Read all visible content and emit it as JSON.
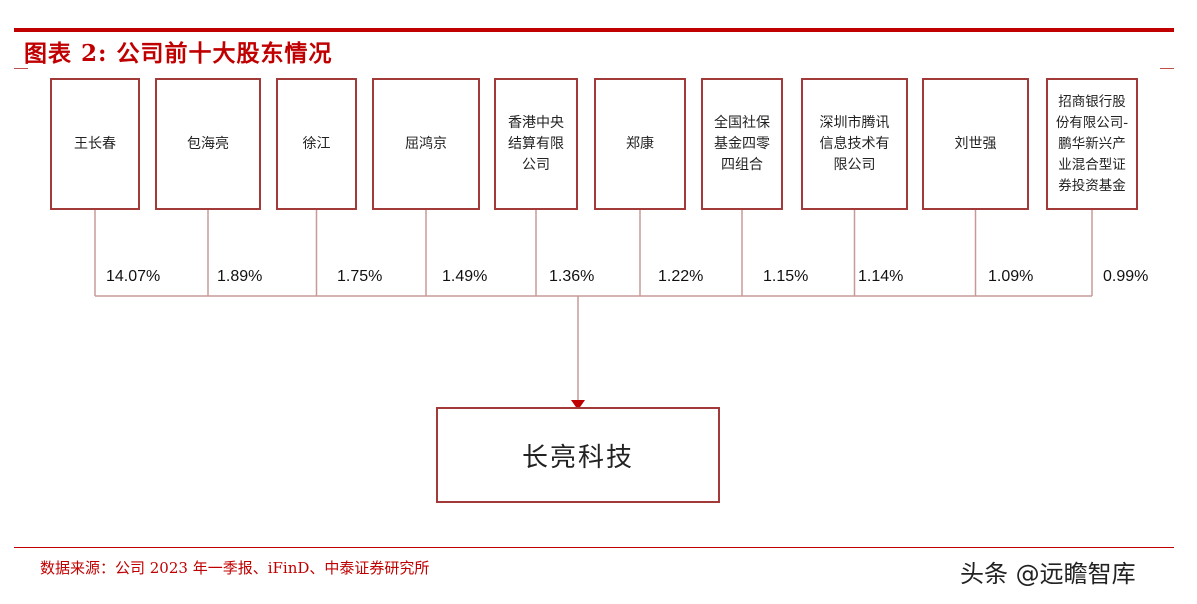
{
  "figure": {
    "title": "图表 2:  公司前十大股东情况",
    "accent_color": "#c00000",
    "box_border_color": "#a33a3a",
    "line_color": "#c79a99"
  },
  "shareholders": [
    {
      "name": "王长春",
      "pct": "14.07%"
    },
    {
      "name": "包海亮",
      "pct": "1.89%"
    },
    {
      "name": "徐江",
      "pct": "1.75%"
    },
    {
      "name": "屈鸿京",
      "pct": "1.49%"
    },
    {
      "name": "香港中央结算有限公司",
      "pct": "1.36%"
    },
    {
      "name": "郑康",
      "pct": "1.22%"
    },
    {
      "name": "全国社保基金四零四组合",
      "pct": "1.15%"
    },
    {
      "name": "深圳市腾讯信息技术有限公司",
      "pct": "1.14%"
    },
    {
      "name": "刘世强",
      "pct": "1.09%"
    },
    {
      "name": "招商银行股份有限公司-鹏华新兴产业混合型证券投资基金",
      "pct": "0.99%"
    }
  ],
  "company": {
    "name": "长亮科技"
  },
  "footer": {
    "source": "数据来源：公司 2023 年一季报、iFinD、中泰证券研究所",
    "watermark": "头条 @远瞻智库"
  }
}
